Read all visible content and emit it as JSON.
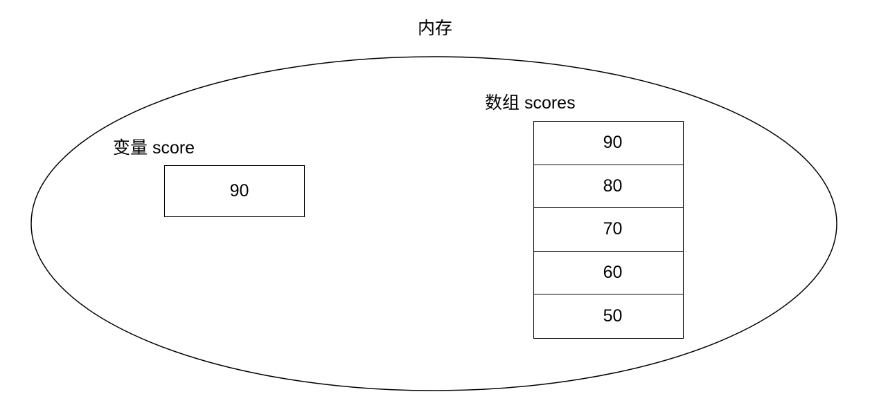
{
  "diagram": {
    "title": "内存",
    "container_shape": "ellipse",
    "variable": {
      "label": "变量 score",
      "value": "90"
    },
    "array": {
      "label": "数组 scores",
      "cells": [
        {
          "value": "90"
        },
        {
          "value": "80"
        },
        {
          "value": "70"
        },
        {
          "value": "60"
        },
        {
          "value": "50"
        }
      ]
    },
    "colors": {
      "stroke": "#000000",
      "background": "#ffffff",
      "text": "#000000"
    }
  }
}
